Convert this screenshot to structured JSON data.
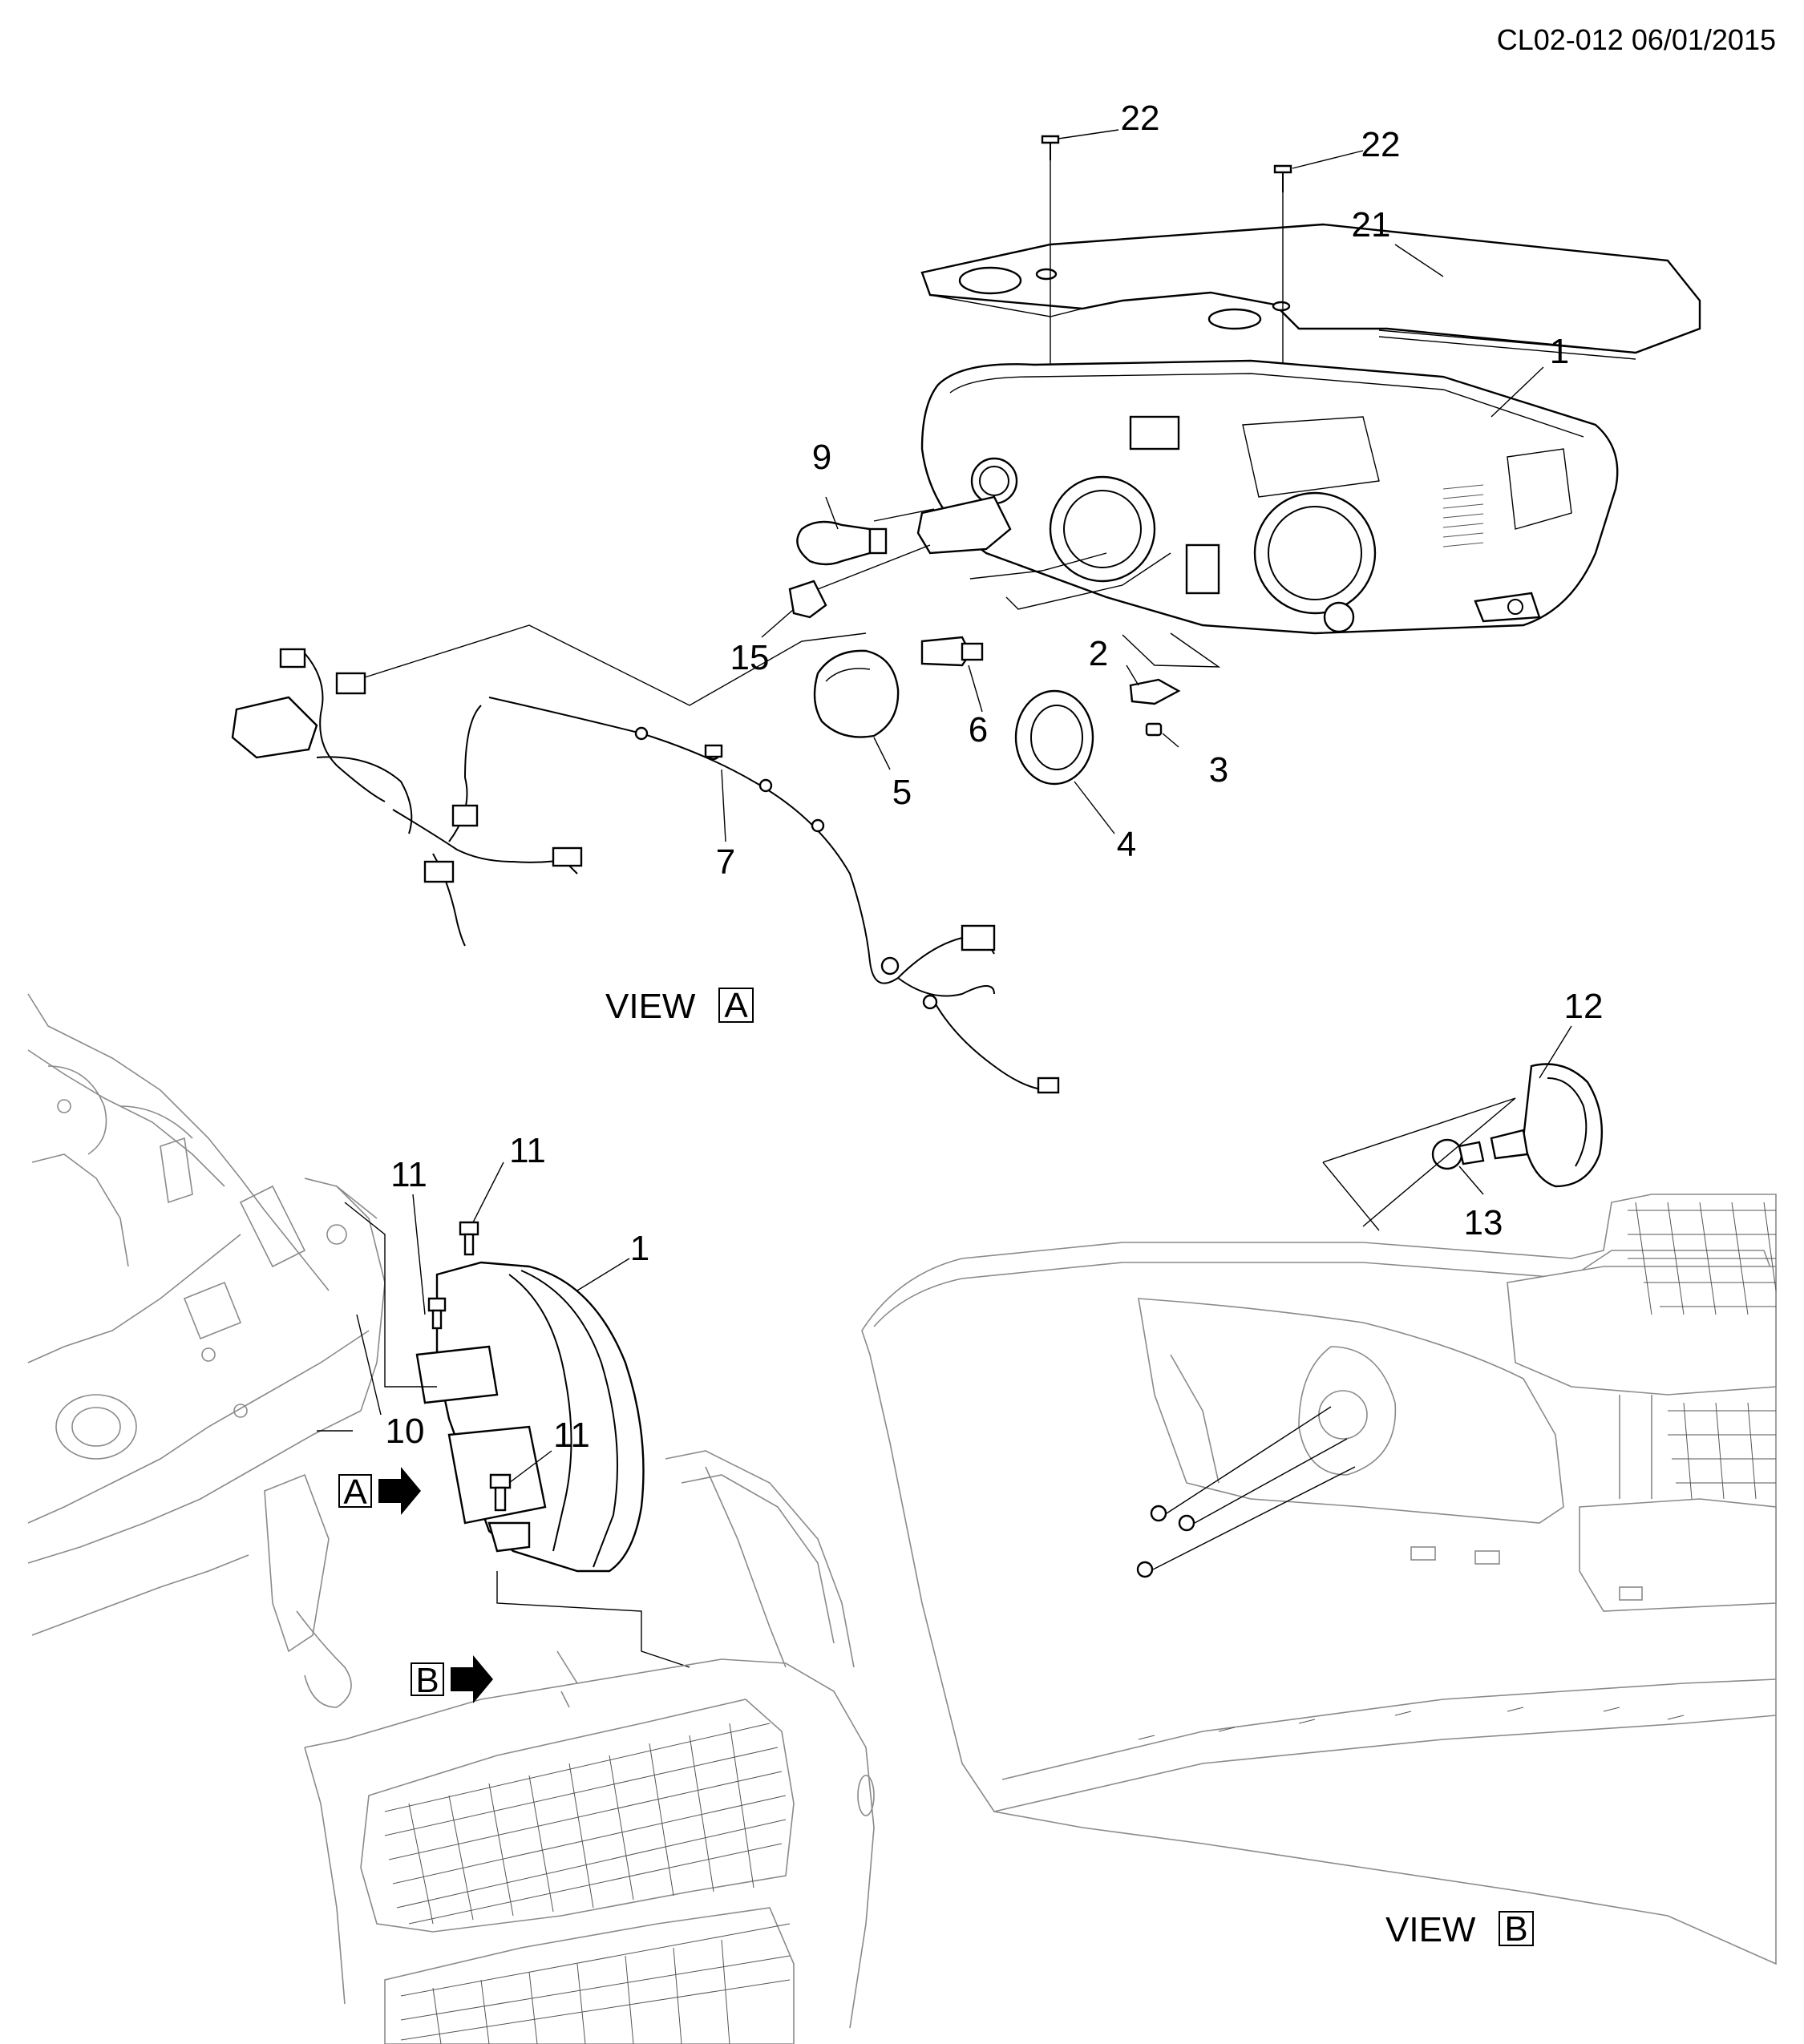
{
  "header": {
    "doc_id": "CL02-012 06/01/2015"
  },
  "views": {
    "view_a": {
      "label": "VIEW",
      "box": "A"
    },
    "view_b": {
      "label": "VIEW",
      "box": "B"
    },
    "arrow_a": "A",
    "arrow_b": "B"
  },
  "callouts": {
    "c22a": "22",
    "c22b": "22",
    "c21": "21",
    "c1_top": "1",
    "c9": "9",
    "c15": "15",
    "c2": "2",
    "c6": "6",
    "c3": "3",
    "c5": "5",
    "c4": "4",
    "c7": "7",
    "c12": "12",
    "c13": "13",
    "c11a": "11",
    "c11b": "11",
    "c11c": "11",
    "c1_bottom": "1",
    "c10": "10"
  },
  "colors": {
    "line": "#000000",
    "vehicle": "#8a8a8a",
    "background": "#ffffff"
  }
}
